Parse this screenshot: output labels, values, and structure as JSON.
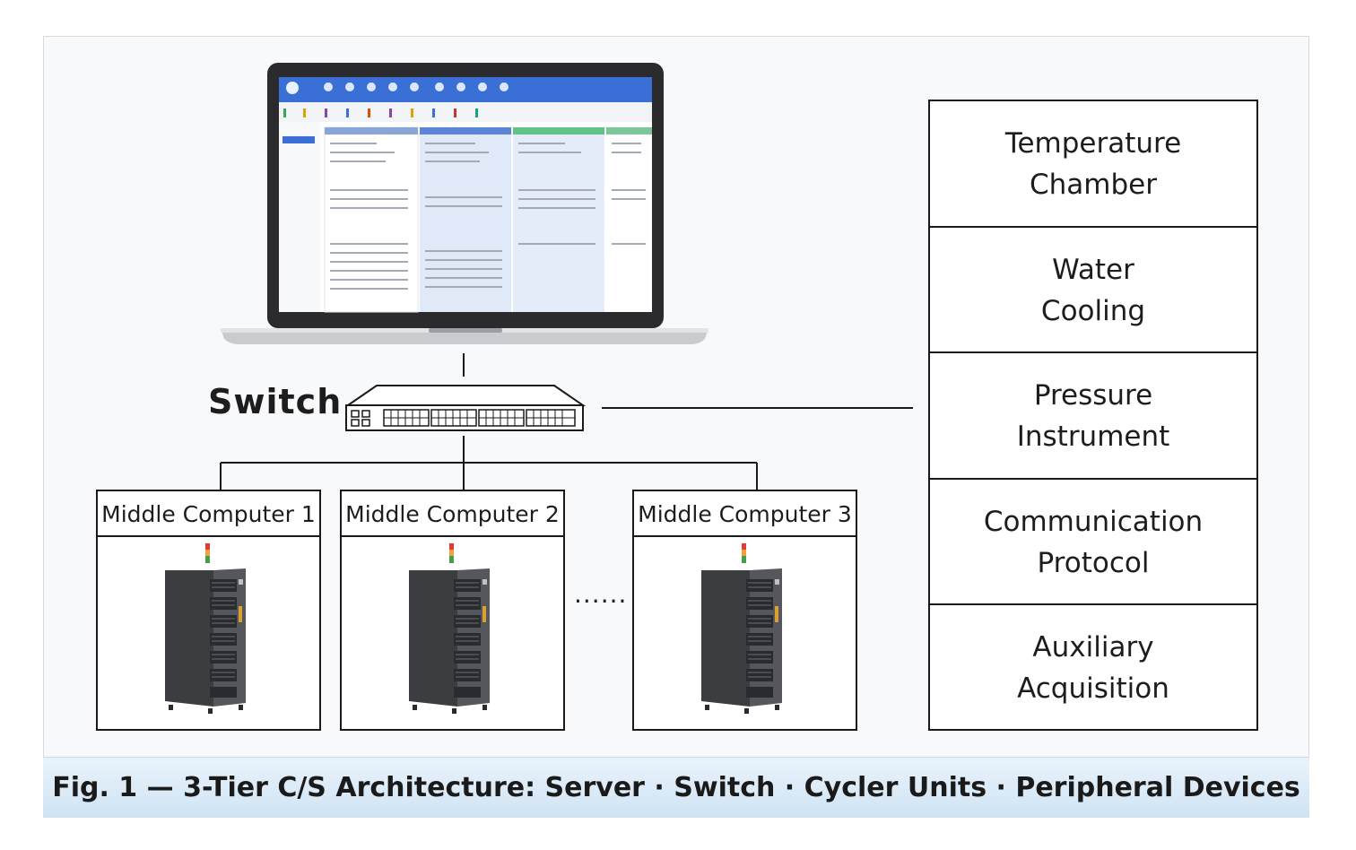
{
  "diagram": {
    "switch_label": "Switch",
    "middle_computers": [
      {
        "label": "Middle Computer 1"
      },
      {
        "label": "Middle Computer 2"
      },
      {
        "label": "Middle Computer 3"
      }
    ],
    "ellipsis": "......",
    "peripheral_devices": [
      {
        "line1": "Temperature",
        "line2": "Chamber"
      },
      {
        "line1": "Water",
        "line2": "Cooling"
      },
      {
        "line1": "Pressure",
        "line2": "Instrument"
      },
      {
        "line1": "Communication",
        "line2": "Protocol"
      },
      {
        "line1": "Auxiliary",
        "line2": "Acquisition"
      }
    ],
    "caption": "Fig. 1 — 3-Tier C/S Architecture: Server · Switch · Cycler Units · Peripheral Devices"
  },
  "colors": {
    "line": "#1a1a1a",
    "laptop_frame": "#2b2b2e",
    "screen_header": "#3a6fd6",
    "cabinet": "#4b4c50",
    "caption_bg": "#d7e8f6"
  },
  "icons": [
    "laptop-icon",
    "network-switch-icon",
    "cycler-cabinet-icon"
  ]
}
